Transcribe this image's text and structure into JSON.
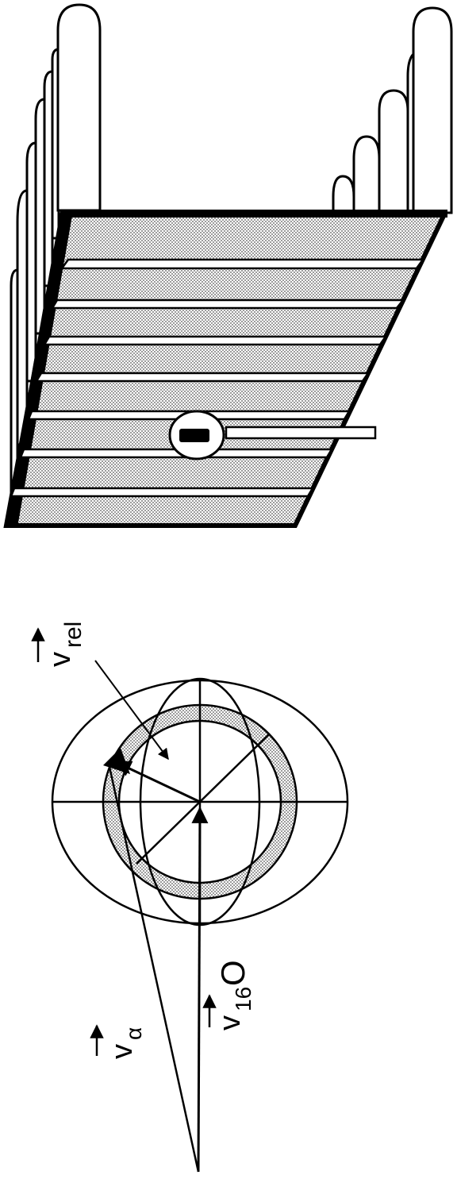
{
  "labels": {
    "v_rel": {
      "symbol": "v",
      "subscript": "rel"
    },
    "v_alpha": {
      "symbol": "v",
      "subscript": "α"
    },
    "v_16O": {
      "symbol": "v",
      "subscript": "16",
      "tail": "O"
    }
  },
  "components": {
    "velocity_diagram": "vector-addition-diagram",
    "detector": "strip-detector-array"
  },
  "colors": {
    "ink": "#000000",
    "paper": "#ffffff",
    "stipple": "#8c8c8c"
  }
}
